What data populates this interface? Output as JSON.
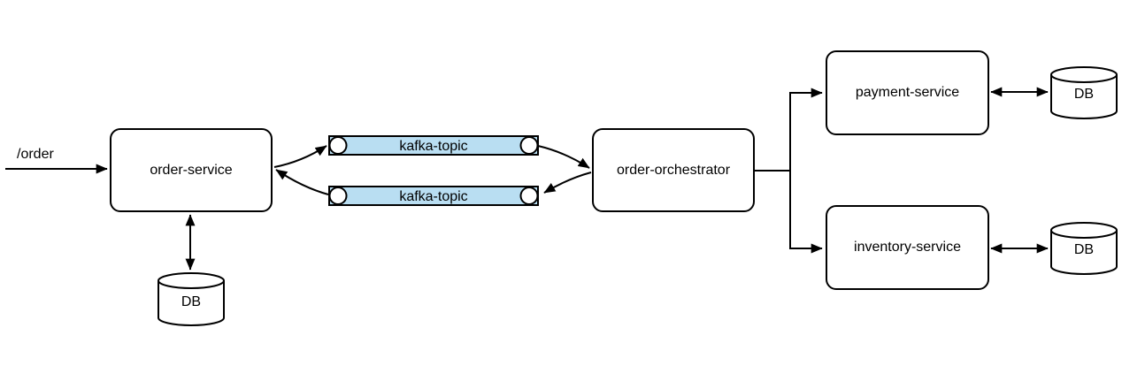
{
  "diagram": {
    "entry_label": "/order",
    "nodes": {
      "order_service": "order-service",
      "order_orchestrator": "order-orchestrator",
      "payment_service": "payment-service",
      "inventory_service": "inventory-service",
      "order_db": "DB",
      "payment_db": "DB",
      "inventory_db": "DB"
    },
    "topics": {
      "publish": "kafka-topic",
      "reply": "kafka-topic"
    },
    "edges": [
      {
        "from": "external-client",
        "to": "order-service",
        "label": "/order",
        "direction": "one-way"
      },
      {
        "from": "order-service",
        "to": "order-db",
        "direction": "two-way"
      },
      {
        "from": "order-service",
        "to": "kafka-topic-top",
        "direction": "one-way"
      },
      {
        "from": "kafka-topic-top",
        "to": "order-orchestrator",
        "direction": "one-way"
      },
      {
        "from": "order-orchestrator",
        "to": "kafka-topic-bottom",
        "direction": "one-way"
      },
      {
        "from": "kafka-topic-bottom",
        "to": "order-service",
        "direction": "one-way"
      },
      {
        "from": "order-orchestrator",
        "to": "payment-service",
        "direction": "one-way"
      },
      {
        "from": "order-orchestrator",
        "to": "inventory-service",
        "direction": "one-way"
      },
      {
        "from": "payment-service",
        "to": "payment-db",
        "direction": "two-way"
      },
      {
        "from": "inventory-service",
        "to": "inventory-db",
        "direction": "two-way"
      }
    ],
    "colors": {
      "topic_fill": "#b9def2",
      "shape_fill": "#ffffff",
      "stroke": "#000000",
      "background": "#ffffff"
    }
  }
}
